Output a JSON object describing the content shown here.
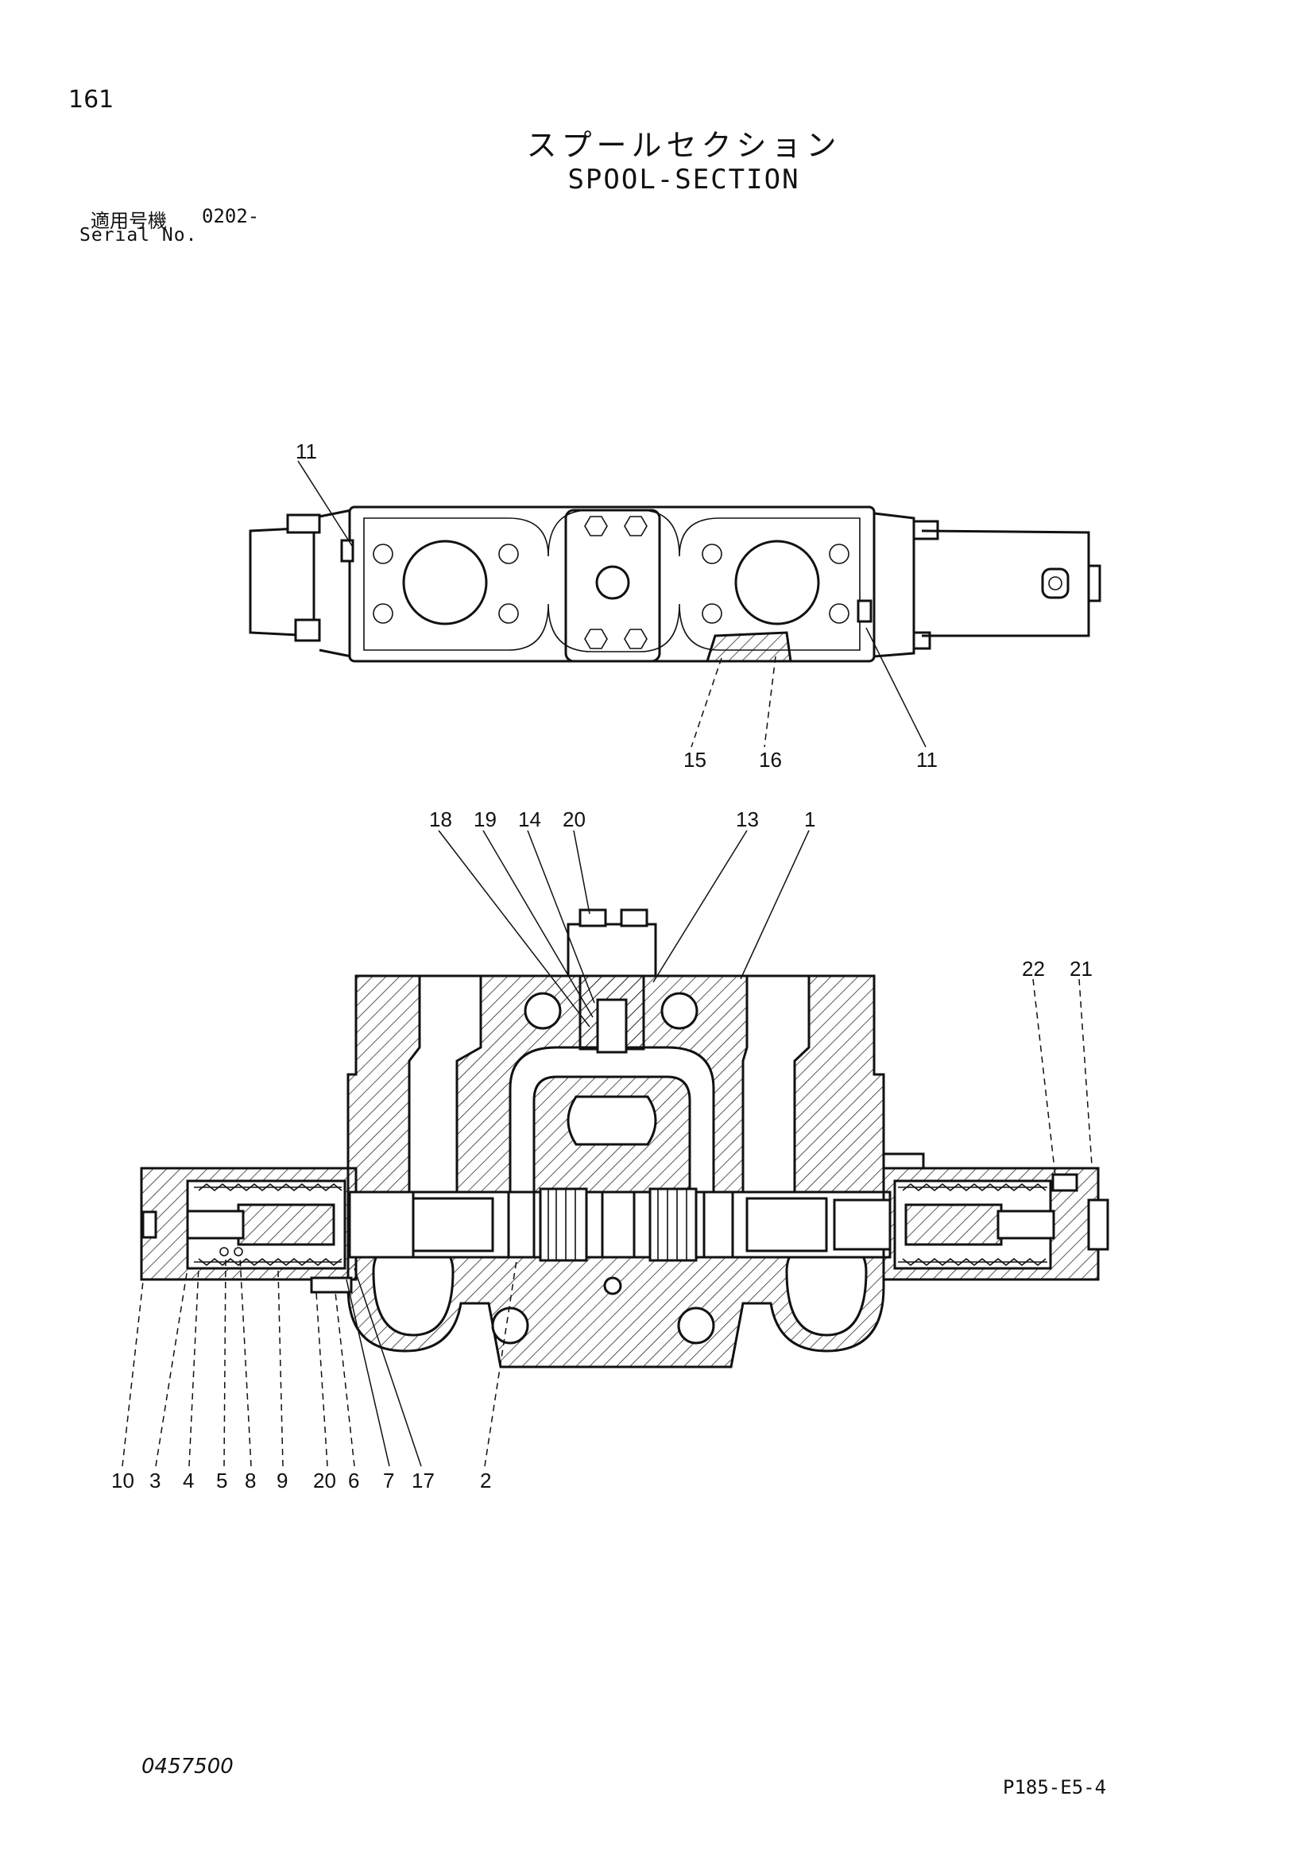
{
  "header": {
    "page_number": "161",
    "title_jp": "スプールセクション",
    "title_en": "SPOOL-SECTION",
    "serial_label_jp": "適用号機",
    "serial_value": "0202-",
    "serial_label_en": "Serial No."
  },
  "footer": {
    "doc_number": "0457500",
    "page_code": "P185-E5-4"
  },
  "top_view": {
    "callouts": [
      "11",
      "15",
      "16",
      "11"
    ]
  },
  "section_view": {
    "callouts_top": [
      "18",
      "19",
      "14",
      "20",
      "13",
      "1",
      "22",
      "21"
    ],
    "callouts_bottom": [
      "10",
      "3",
      "4",
      "5",
      "8",
      "9",
      "20",
      "6",
      "7",
      "17",
      "2"
    ]
  }
}
